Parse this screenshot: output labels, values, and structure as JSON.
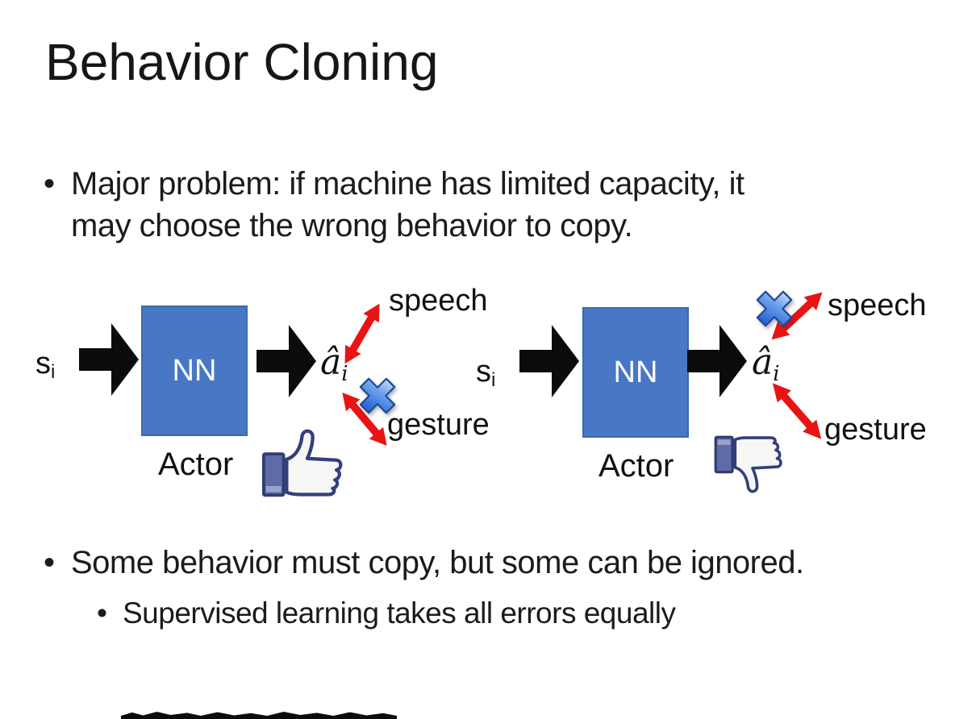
{
  "slide": {
    "title": "Behavior Cloning",
    "bullets": {
      "marker": "•",
      "b1_line1": "Major problem: if machine has limited capacity, it",
      "b1_line2": "may choose the wrong behavior to copy.",
      "b2": "Some behavior must copy, but some can be ignored.",
      "b3": "Supervised learning takes all errors equally"
    }
  },
  "diagrams": [
    {
      "input_label": "s",
      "input_subscript": "i",
      "nn_label": "NN",
      "caption": "Actor",
      "output_label": "â",
      "output_subscript": "i",
      "top_action": "speech",
      "bottom_action": "gesture",
      "crossed_out_action": "gesture",
      "feedback_icon": "thumbs-up"
    },
    {
      "input_label": "s",
      "input_subscript": "i",
      "nn_label": "NN",
      "caption": "Actor",
      "output_label": "â",
      "output_subscript": "i",
      "top_action": "speech",
      "bottom_action": "gesture",
      "crossed_out_action": "speech",
      "feedback_icon": "thumbs-down"
    }
  ],
  "colors": {
    "nn_box_fill": "#4877C5",
    "nn_box_border": "#3D68B1",
    "block_arrow": "#0B0B0B",
    "double_arrow_red": "#E81414",
    "cross_blue": "#4A86E0",
    "thumb_outline": "#31407C",
    "thumb_cuff": "#5D6CA6",
    "text": "#1A1A1A"
  }
}
